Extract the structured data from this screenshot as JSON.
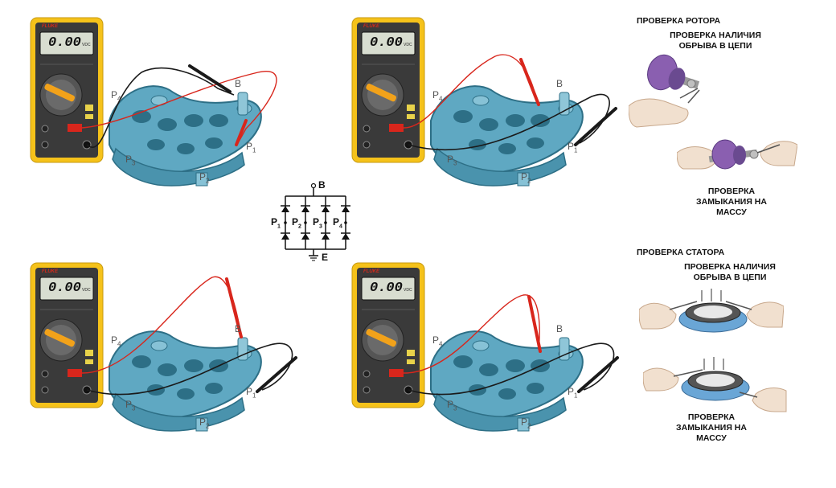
{
  "meter": {
    "brand": "FLUKE",
    "reading": "0.00",
    "unit": "VDC"
  },
  "panels": [
    {
      "id": "top-left",
      "labels": {
        "b": "B",
        "p1": "P",
        "p2": "P",
        "p3": "P",
        "p4": "P",
        "s1": "1",
        "s2": "2",
        "s3": "3",
        "s4": "4"
      }
    },
    {
      "id": "top-right",
      "labels": {
        "b": "B",
        "p1": "P",
        "p2": "P",
        "p3": "P",
        "p4": "P",
        "s1": "1",
        "s2": "2",
        "s3": "3",
        "s4": "4"
      }
    },
    {
      "id": "bottom-left",
      "labels": {
        "b": "B",
        "p1": "P",
        "p2": "P",
        "p3": "P",
        "p4": "P",
        "s1": "1",
        "s2": "2",
        "s3": "3",
        "s4": "4"
      }
    },
    {
      "id": "bottom-right",
      "labels": {
        "b": "B",
        "p1": "P",
        "p2": "P",
        "p3": "P",
        "p4": "P",
        "s1": "1",
        "s2": "2",
        "s3": "3",
        "s4": "4"
      }
    }
  ],
  "schematic": {
    "b_label": "B",
    "e_label": "E",
    "p_label": "P",
    "subs": [
      "1",
      "2",
      "3",
      "4"
    ]
  },
  "rotor": {
    "title": "ПРОВЕРКА РОТОРА",
    "open_circuit_line1": "ПРОВЕРКА НАЛИЧИЯ",
    "open_circuit_line2": "ОБРЫВА В ЦЕПИ",
    "ground_line1": "ПРОВЕРКА",
    "ground_line2": "ЗАМЫКАНИЯ НА",
    "ground_line3": "МАССУ"
  },
  "stator": {
    "title": "ПРОВЕРКА СТАТОРА",
    "open_circuit_line1": "ПРОВЕРКА НАЛИЧИЯ",
    "open_circuit_line2": "ОБРЫВА В ЦЕПИ",
    "ground_line1": "ПРОВЕРКА",
    "ground_line2": "ЗАМЫКАНИЯ НА",
    "ground_line3": "МАССУ"
  },
  "colors": {
    "meter_body": "#f5c21a",
    "meter_face": "#3a3a3a",
    "rectifier": "#5fa8c2",
    "rectifier_dark": "#2d6f86",
    "probe_red": "#d8261c",
    "probe_black": "#1a1a1a",
    "armature": "#8a5fb0"
  }
}
